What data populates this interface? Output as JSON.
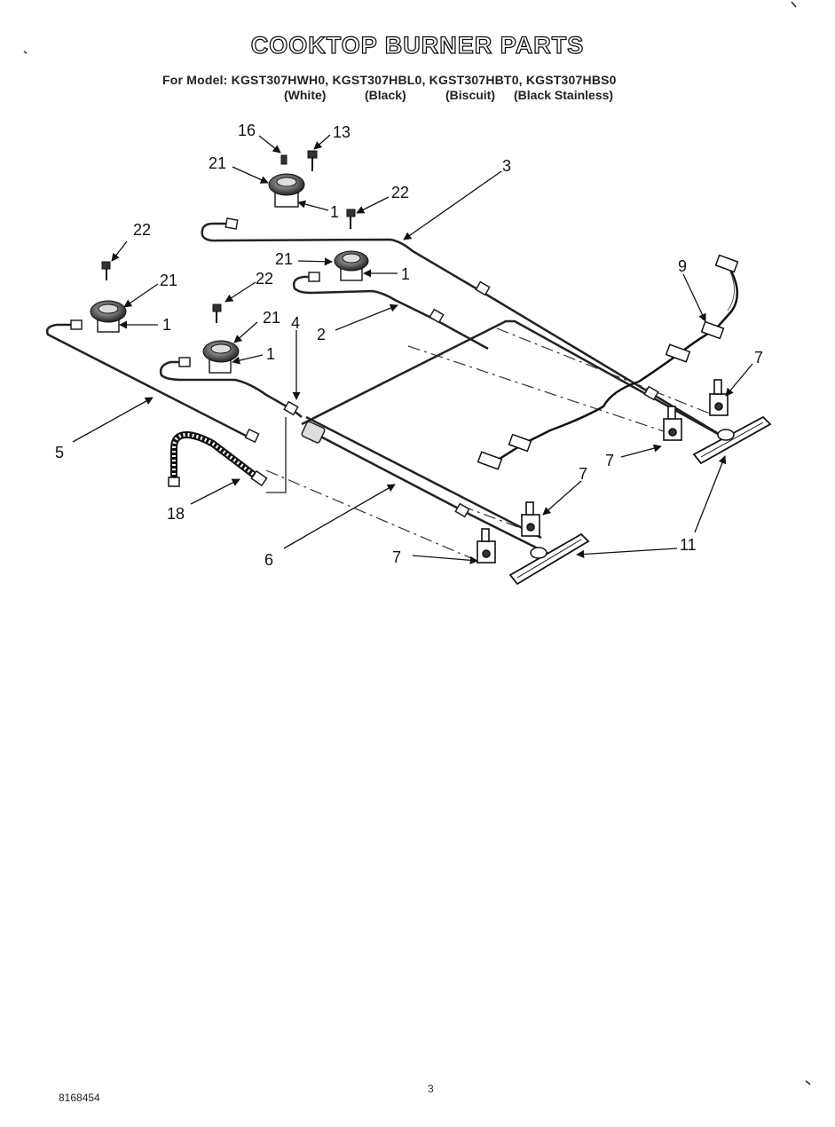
{
  "header": {
    "title": "COOKTOP BURNER PARTS",
    "model_line": "For Model: KGST307HWH0, KGST307HBL0, KGST307HBT0, KGST307HBS0",
    "finishes": [
      "(White)",
      "(Black)",
      "(Biscuit)",
      "(Black Stainless)"
    ]
  },
  "callouts": {
    "c16": "16",
    "c13": "13",
    "c21a": "21",
    "c3": "3",
    "c1a": "1",
    "c22a": "22",
    "c21b": "21",
    "c1b": "1",
    "c22b": "22",
    "c21c": "21",
    "c1c": "1",
    "c9": "9",
    "c22c": "22",
    "c21d": "21",
    "c4": "4",
    "c2": "2",
    "c1d": "1",
    "c7a": "7",
    "c5": "5",
    "c7b": "7",
    "c7c": "7",
    "c18": "18",
    "c6": "6",
    "c7d": "7",
    "c11": "11"
  },
  "footer": {
    "page_number": "3",
    "doc_number": "8168454"
  }
}
